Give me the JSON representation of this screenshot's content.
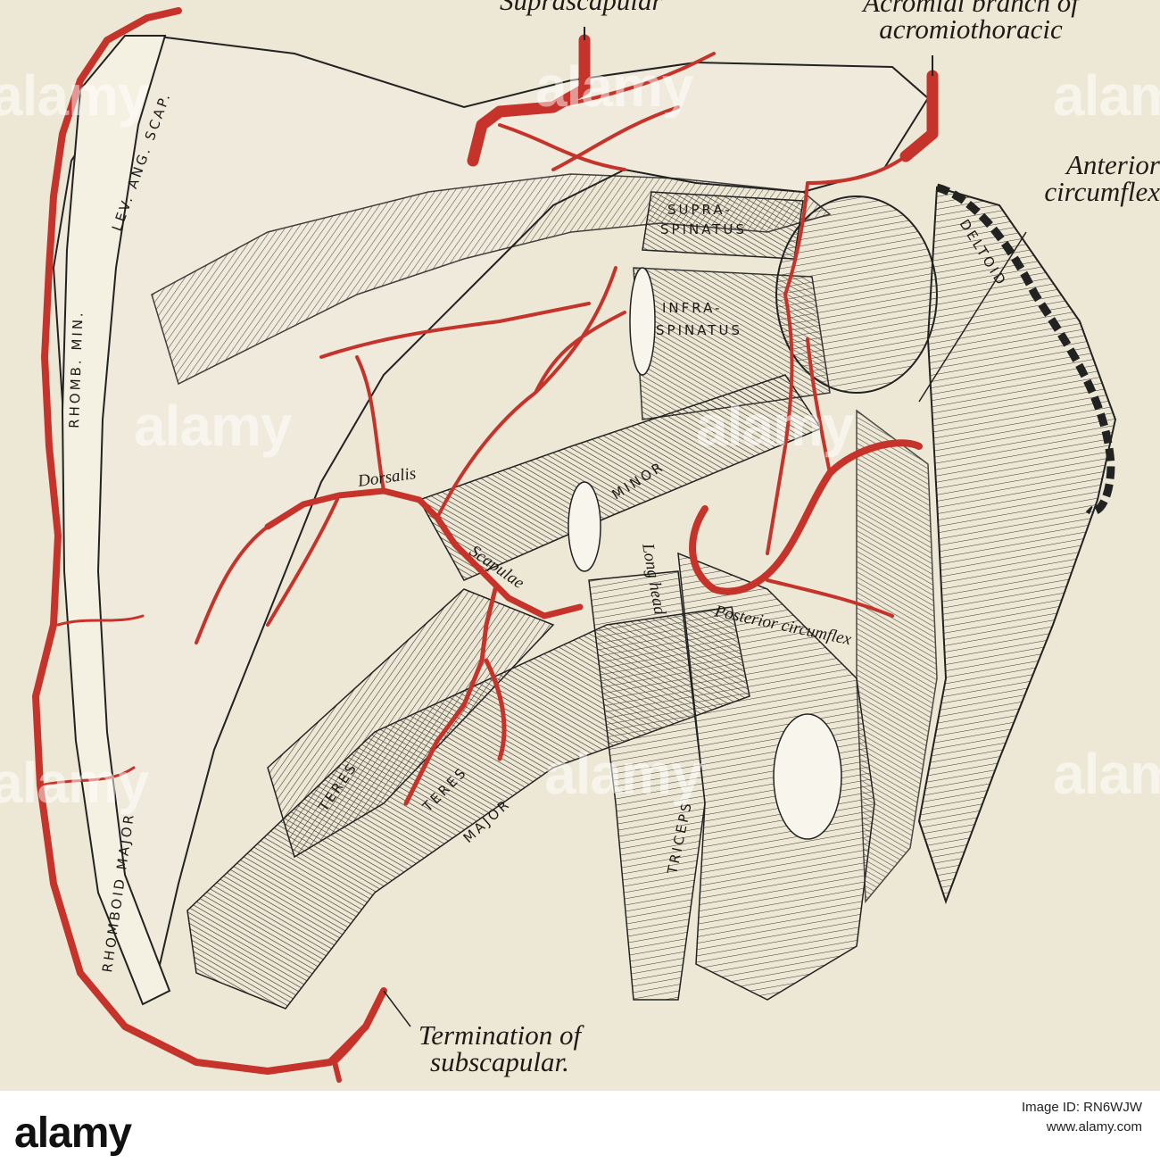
{
  "callouts": {
    "suprascapular": "Suprascapular",
    "acromial_line1": "Acromial branch of",
    "acromial_line2": "acromiothoracic",
    "anterior_line1": "Anterior",
    "anterior_line2": "circumflex",
    "termination_line1": "Termination of",
    "termination_line2": "subscapular."
  },
  "muscles": {
    "lev_ang_scap": "LEV. ANG. SCAP.",
    "rhomb_min": "RHOMB. MIN.",
    "rhomb_major": "RHOMBOID MAJOR",
    "supraspinatus_1": "SUPRA-",
    "supraspinatus_2": "SPINATUS",
    "infraspinatus_1": "INFRA-",
    "infraspinatus_2": "SPINATUS",
    "deltoid": "DELTOID",
    "teres_minor": "MINOR",
    "teres": "TERES",
    "teres_major_1": "TERES",
    "teres_major_2": "MAJOR",
    "long_head": "Long head",
    "triceps": "TRICEPS"
  },
  "vessels": {
    "dorsalis": "Dorsalis",
    "scapulae": "Scapulae",
    "posterior_circumflex": "Posterior circumflex"
  },
  "watermarks": [
    "alamy",
    "alamy",
    "alamy",
    "alamy",
    "alamy",
    "alamy",
    "alamy",
    "alamy"
  ],
  "footer": {
    "logo": "alamy",
    "image_id_label": "Image ID: RN6WJW",
    "url": "www.alamy.com"
  },
  "colors": {
    "artery": "#c5332b",
    "background": "#ede8d6",
    "ink": "#1c1a16"
  }
}
